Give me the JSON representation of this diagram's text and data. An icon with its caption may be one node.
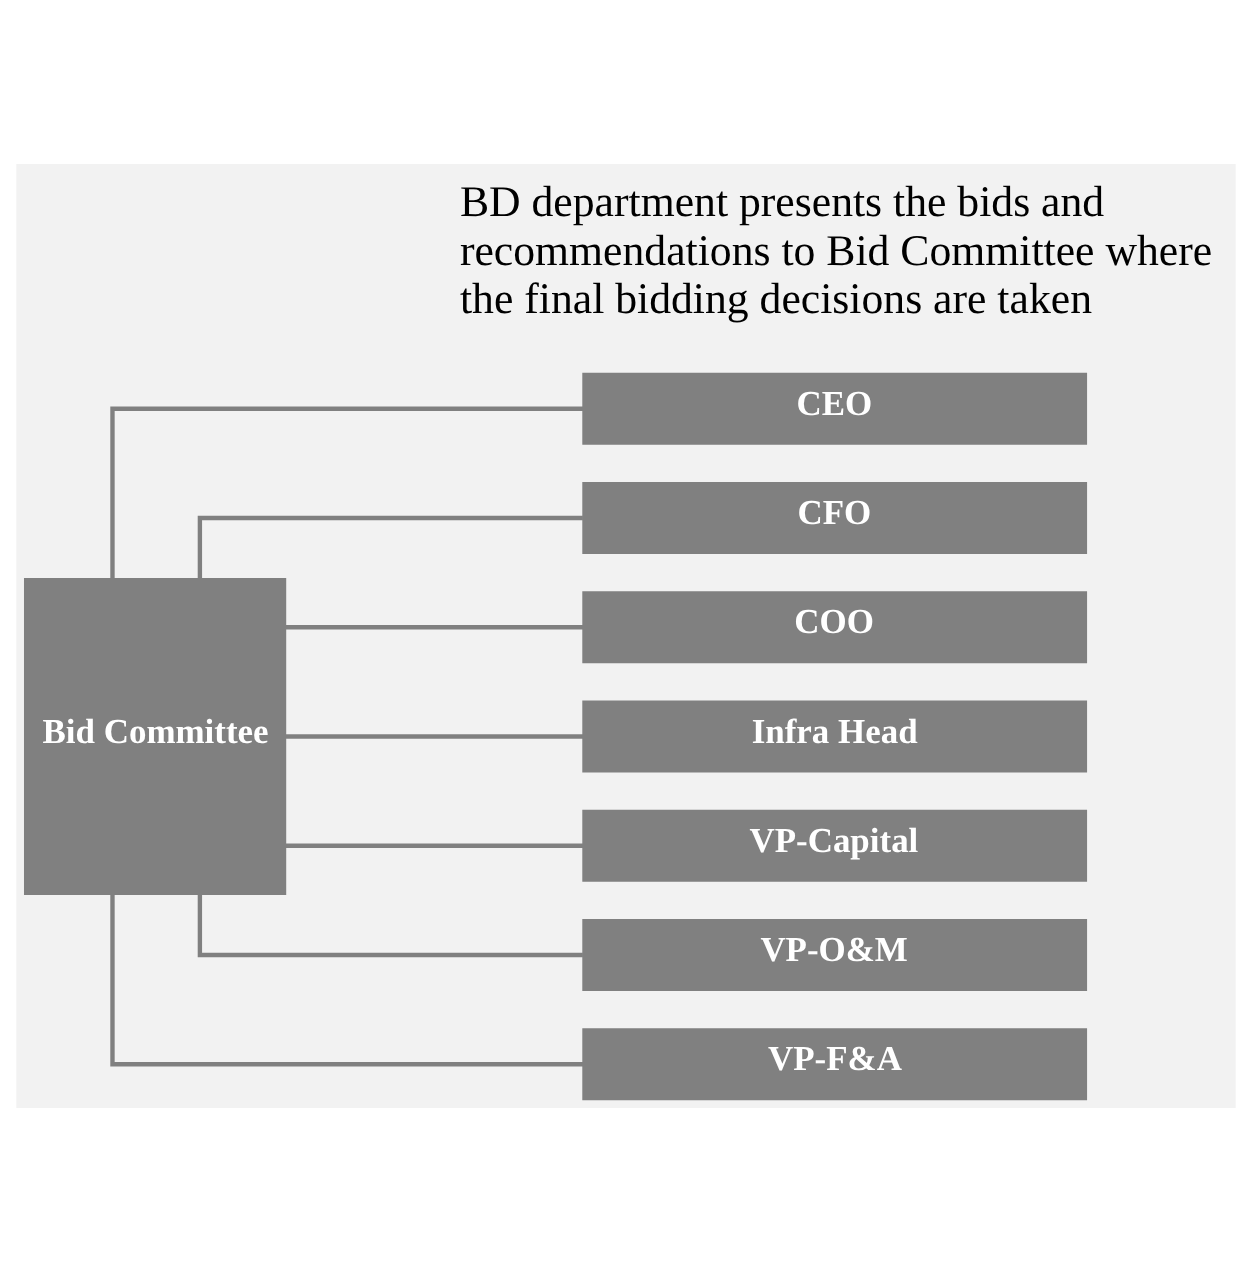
{
  "diagram": {
    "nodes": [
      {
        "text": [
          "Bid Committee"
        ]
      },
      {
        "text": [
          "CEO"
        ]
      },
      {
        "text": [
          "CFO"
        ]
      },
      {
        "text": [
          "COO"
        ]
      },
      {
        "text": [
          "Infra Head"
        ]
      },
      {
        "text": [
          "VP-Capital"
        ]
      },
      {
        "text": [
          "VP-O&M"
        ]
      },
      {
        "text": [
          "VP-F&A"
        ]
      }
    ],
    "edges": [
      {
        "from": 0,
        "to": 1,
        "arrow": "none"
      },
      {
        "from": 0,
        "to": 2,
        "arrow": "none"
      },
      {
        "from": 0,
        "to": 3,
        "arrow": "none"
      },
      {
        "from": 0,
        "to": 4,
        "arrow": "none"
      },
      {
        "from": 0,
        "to": 5,
        "arrow": "none"
      },
      {
        "from": 0,
        "to": 6,
        "arrow": "none"
      },
      {
        "from": 0,
        "to": 7,
        "arrow": "none"
      }
    ],
    "labels": [
      "BD department presents the bids and recommendations to Bid Committee where the final bidding decisions are taken"
    ]
  }
}
